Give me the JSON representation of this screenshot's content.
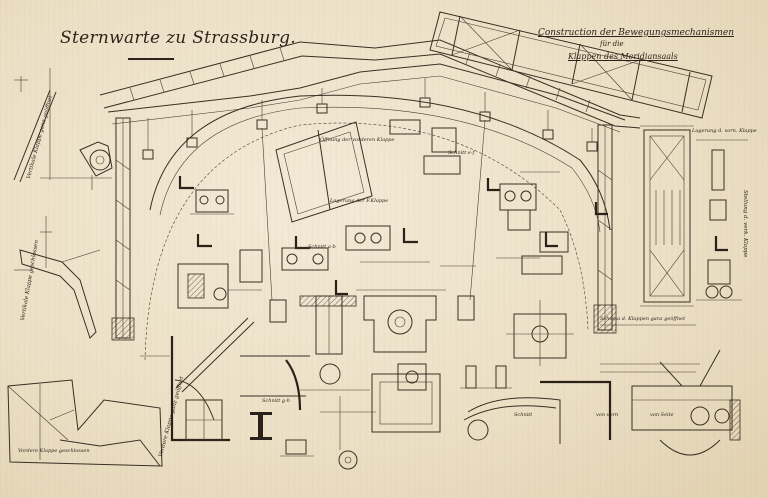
{
  "sheet": {
    "title": "Sternwarte zu Strassburg.",
    "subtitle_line1": "Construction der Bewegungsmechanismen",
    "subtitle_line2": "für die",
    "subtitle_line3": "Klappen des Meridiansaals",
    "ink_color": "#2e241b",
    "paper_color": "#efe4cd"
  },
  "labels": {
    "opening_front": "Öffnung der vorderen Klappe",
    "section_ef": "Schnitt e-f",
    "section_ab": "Schnitt a-b",
    "section_gh": "Schnitt g-h",
    "bearing_front": "Lagerung der F.Klappe",
    "bearing_front_small": "Lagerung d. vorn. Klappe",
    "side_left_top": "Vertikale Klappe ganz geöffnet",
    "side_left_mid": "Vertikale Klappe geschlossen",
    "front_open": "Vordere Klappe ganz geöffnet",
    "front_closed": "Vordere Klappe geschlossen",
    "scale_note": "Schema d. Klappen ganz geöffnet",
    "right_vertical": "Stellung d. verk. Klappe",
    "section_bottom": "Schnitt",
    "front_view": "von vorn",
    "front_view_side": "von Seite"
  }
}
